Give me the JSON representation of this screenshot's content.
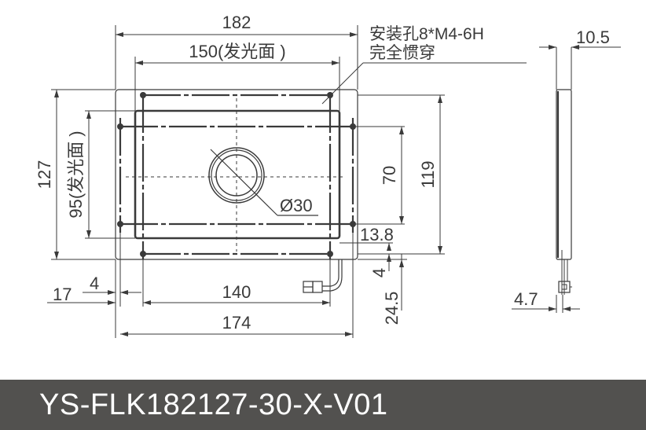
{
  "drawing": {
    "type": "mechanical dimension drawing",
    "views": [
      "front-view",
      "side-view"
    ],
    "dimensions": {
      "overall_width": "182",
      "emitting_width": "150(发光面 )",
      "overall_height": "127",
      "emitting_height": "95(发光面 )",
      "hole_vertical_spacing": "70",
      "hole_vertical_spacing_outer": "119",
      "center_hole_diameter": "Ø30",
      "edge_offset_13_8": "13.8",
      "connector_offset_4": "4",
      "connector_offset_24_5": "24.5",
      "left_offset_17": "17",
      "left_offset_4": "4",
      "hole_horizontal_spacing": "140",
      "hole_horizontal_spacing_outer": "174",
      "thickness": "10.5",
      "connector_thickness": "4.7"
    },
    "notes": {
      "mount_holes_line1": "安装孔8*M4-6H",
      "mount_holes_line2": "完全惯穿"
    },
    "colors": {
      "line": "#3a3a3a",
      "banner": "#52514f",
      "banner_text": "#ffffff"
    }
  },
  "banner": {
    "model_number": "YS-FLK182127-30-X-V01"
  }
}
